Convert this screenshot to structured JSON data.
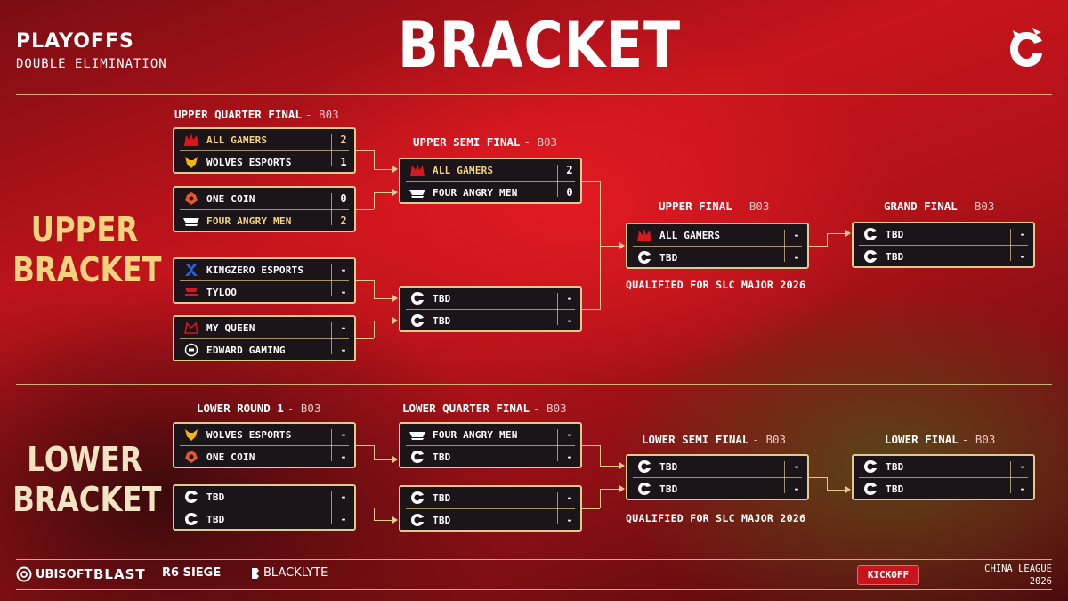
{
  "header": {
    "title": "BRACKET",
    "stage": "PLAYOFFS",
    "format": "DOUBLE ELIMINATION"
  },
  "labels": {
    "upper_line1": "UPPER",
    "upper_line2": "BRACKET",
    "lower_line1": "LOWER",
    "lower_line2": "BRACKET"
  },
  "rounds": {
    "uqf": {
      "name": "UPPER QUARTER FINAL",
      "bo": "- B03"
    },
    "usf": {
      "name": "UPPER SEMI FINAL",
      "bo": "- B03"
    },
    "uf": {
      "name": "UPPER FINAL",
      "bo": "- B03"
    },
    "gf": {
      "name": "GRAND FINAL",
      "bo": "- B03"
    },
    "lr1": {
      "name": "LOWER ROUND 1",
      "bo": "- B03"
    },
    "lqf": {
      "name": "LOWER QUARTER FINAL",
      "bo": "- B03"
    },
    "lsf": {
      "name": "LOWER SEMI FINAL",
      "bo": "- B03"
    },
    "lf": {
      "name": "LOWER FINAL",
      "bo": "- B03"
    }
  },
  "qualified_text_upper": "QUALIFIED FOR SLC MAJOR 2026",
  "qualified_text_lower": "QUALIFIED FOR SLC MAJOR 2026",
  "matches": {
    "uqf1": {
      "t1": "ALL GAMERS",
      "s1": "2",
      "t2": "WOLVES ESPORTS",
      "s2": "1"
    },
    "uqf2": {
      "t1": "ONE COIN",
      "s1": "0",
      "t2": "FOUR ANGRY MEN",
      "s2": "2"
    },
    "uqf3": {
      "t1": "KINGZERO ESPORTS",
      "s1": "-",
      "t2": "TYLOO",
      "s2": "-"
    },
    "uqf4": {
      "t1": "MY QUEEN",
      "s1": "-",
      "t2": "EDWARD GAMING",
      "s2": "-"
    },
    "usf1": {
      "t1": "ALL GAMERS",
      "s1": "2",
      "t2": "FOUR ANGRY MEN",
      "s2": "0"
    },
    "usf2": {
      "t1": "TBD",
      "s1": "-",
      "t2": "TBD",
      "s2": "-"
    },
    "uf": {
      "t1": "ALL GAMERS",
      "s1": "-",
      "t2": "TBD",
      "s2": "-"
    },
    "gf": {
      "t1": "TBD",
      "s1": "-",
      "t2": "TBD",
      "s2": "-"
    },
    "lr1a": {
      "t1": "WOLVES ESPORTS",
      "s1": "-",
      "t2": "ONE COIN",
      "s2": "-"
    },
    "lr1b": {
      "t1": "TBD",
      "s1": "-",
      "t2": "TBD",
      "s2": "-"
    },
    "lqf1": {
      "t1": "FOUR ANGRY MEN",
      "s1": "-",
      "t2": "TBD",
      "s2": "-"
    },
    "lqf2": {
      "t1": "TBD",
      "s1": "-",
      "t2": "TBD",
      "s2": "-"
    },
    "lsf": {
      "t1": "TBD",
      "s1": "-",
      "t2": "TBD",
      "s2": "-"
    },
    "lf": {
      "t1": "TBD",
      "s1": "-",
      "t2": "TBD",
      "s2": "-"
    }
  },
  "footer": {
    "sponsors": [
      "UBISOFT",
      "BLAST",
      "R6 SIEGE",
      "BLACKLYTE"
    ],
    "kickoff": "KICKOFF",
    "league_line1": "CHINA LEAGUE",
    "league_line2": "2026"
  },
  "colors": {
    "accent_gold": "#f3d37e",
    "red": "#c8141c",
    "box": "#1b1418",
    "border": "#e2c98d"
  }
}
